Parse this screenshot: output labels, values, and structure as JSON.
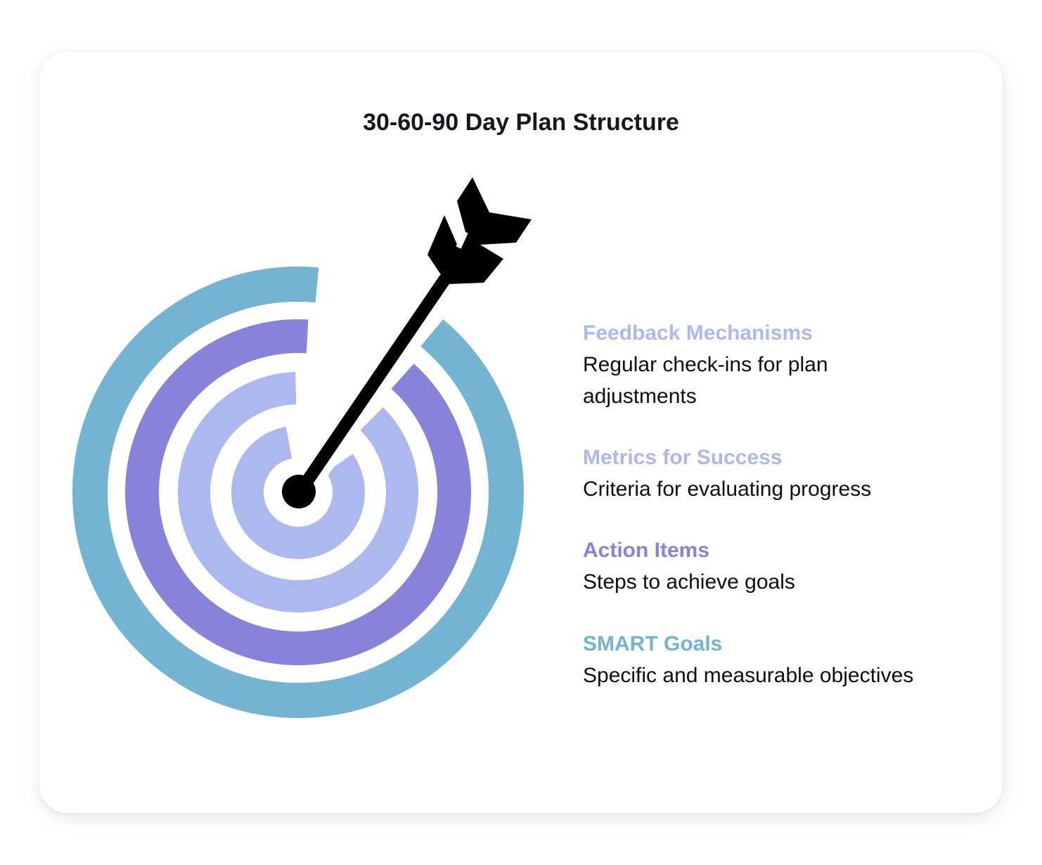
{
  "title": "30-60-90 Day Plan Structure",
  "colors": {
    "outer_ring": "#72b4d1",
    "second_ring": "#8783d8",
    "inner_rings": "#adb8ef",
    "arrow": "#000000"
  },
  "icons": {
    "target": "target-icon",
    "arrow": "arrow-icon"
  },
  "layers": [
    {
      "label": "Feedback Mechanisms",
      "description": "Regular check-ins for plan adjustments",
      "color": "#adb8ef"
    },
    {
      "label": "Metrics for Success",
      "description": "Criteria for evaluating progress",
      "color": "#adb8ef"
    },
    {
      "label": "Action Items",
      "description": "Steps to achieve goals",
      "color": "#8783d8"
    },
    {
      "label": "SMART Goals",
      "description": "Specific and measurable objectives",
      "color": "#72b4d1"
    }
  ]
}
